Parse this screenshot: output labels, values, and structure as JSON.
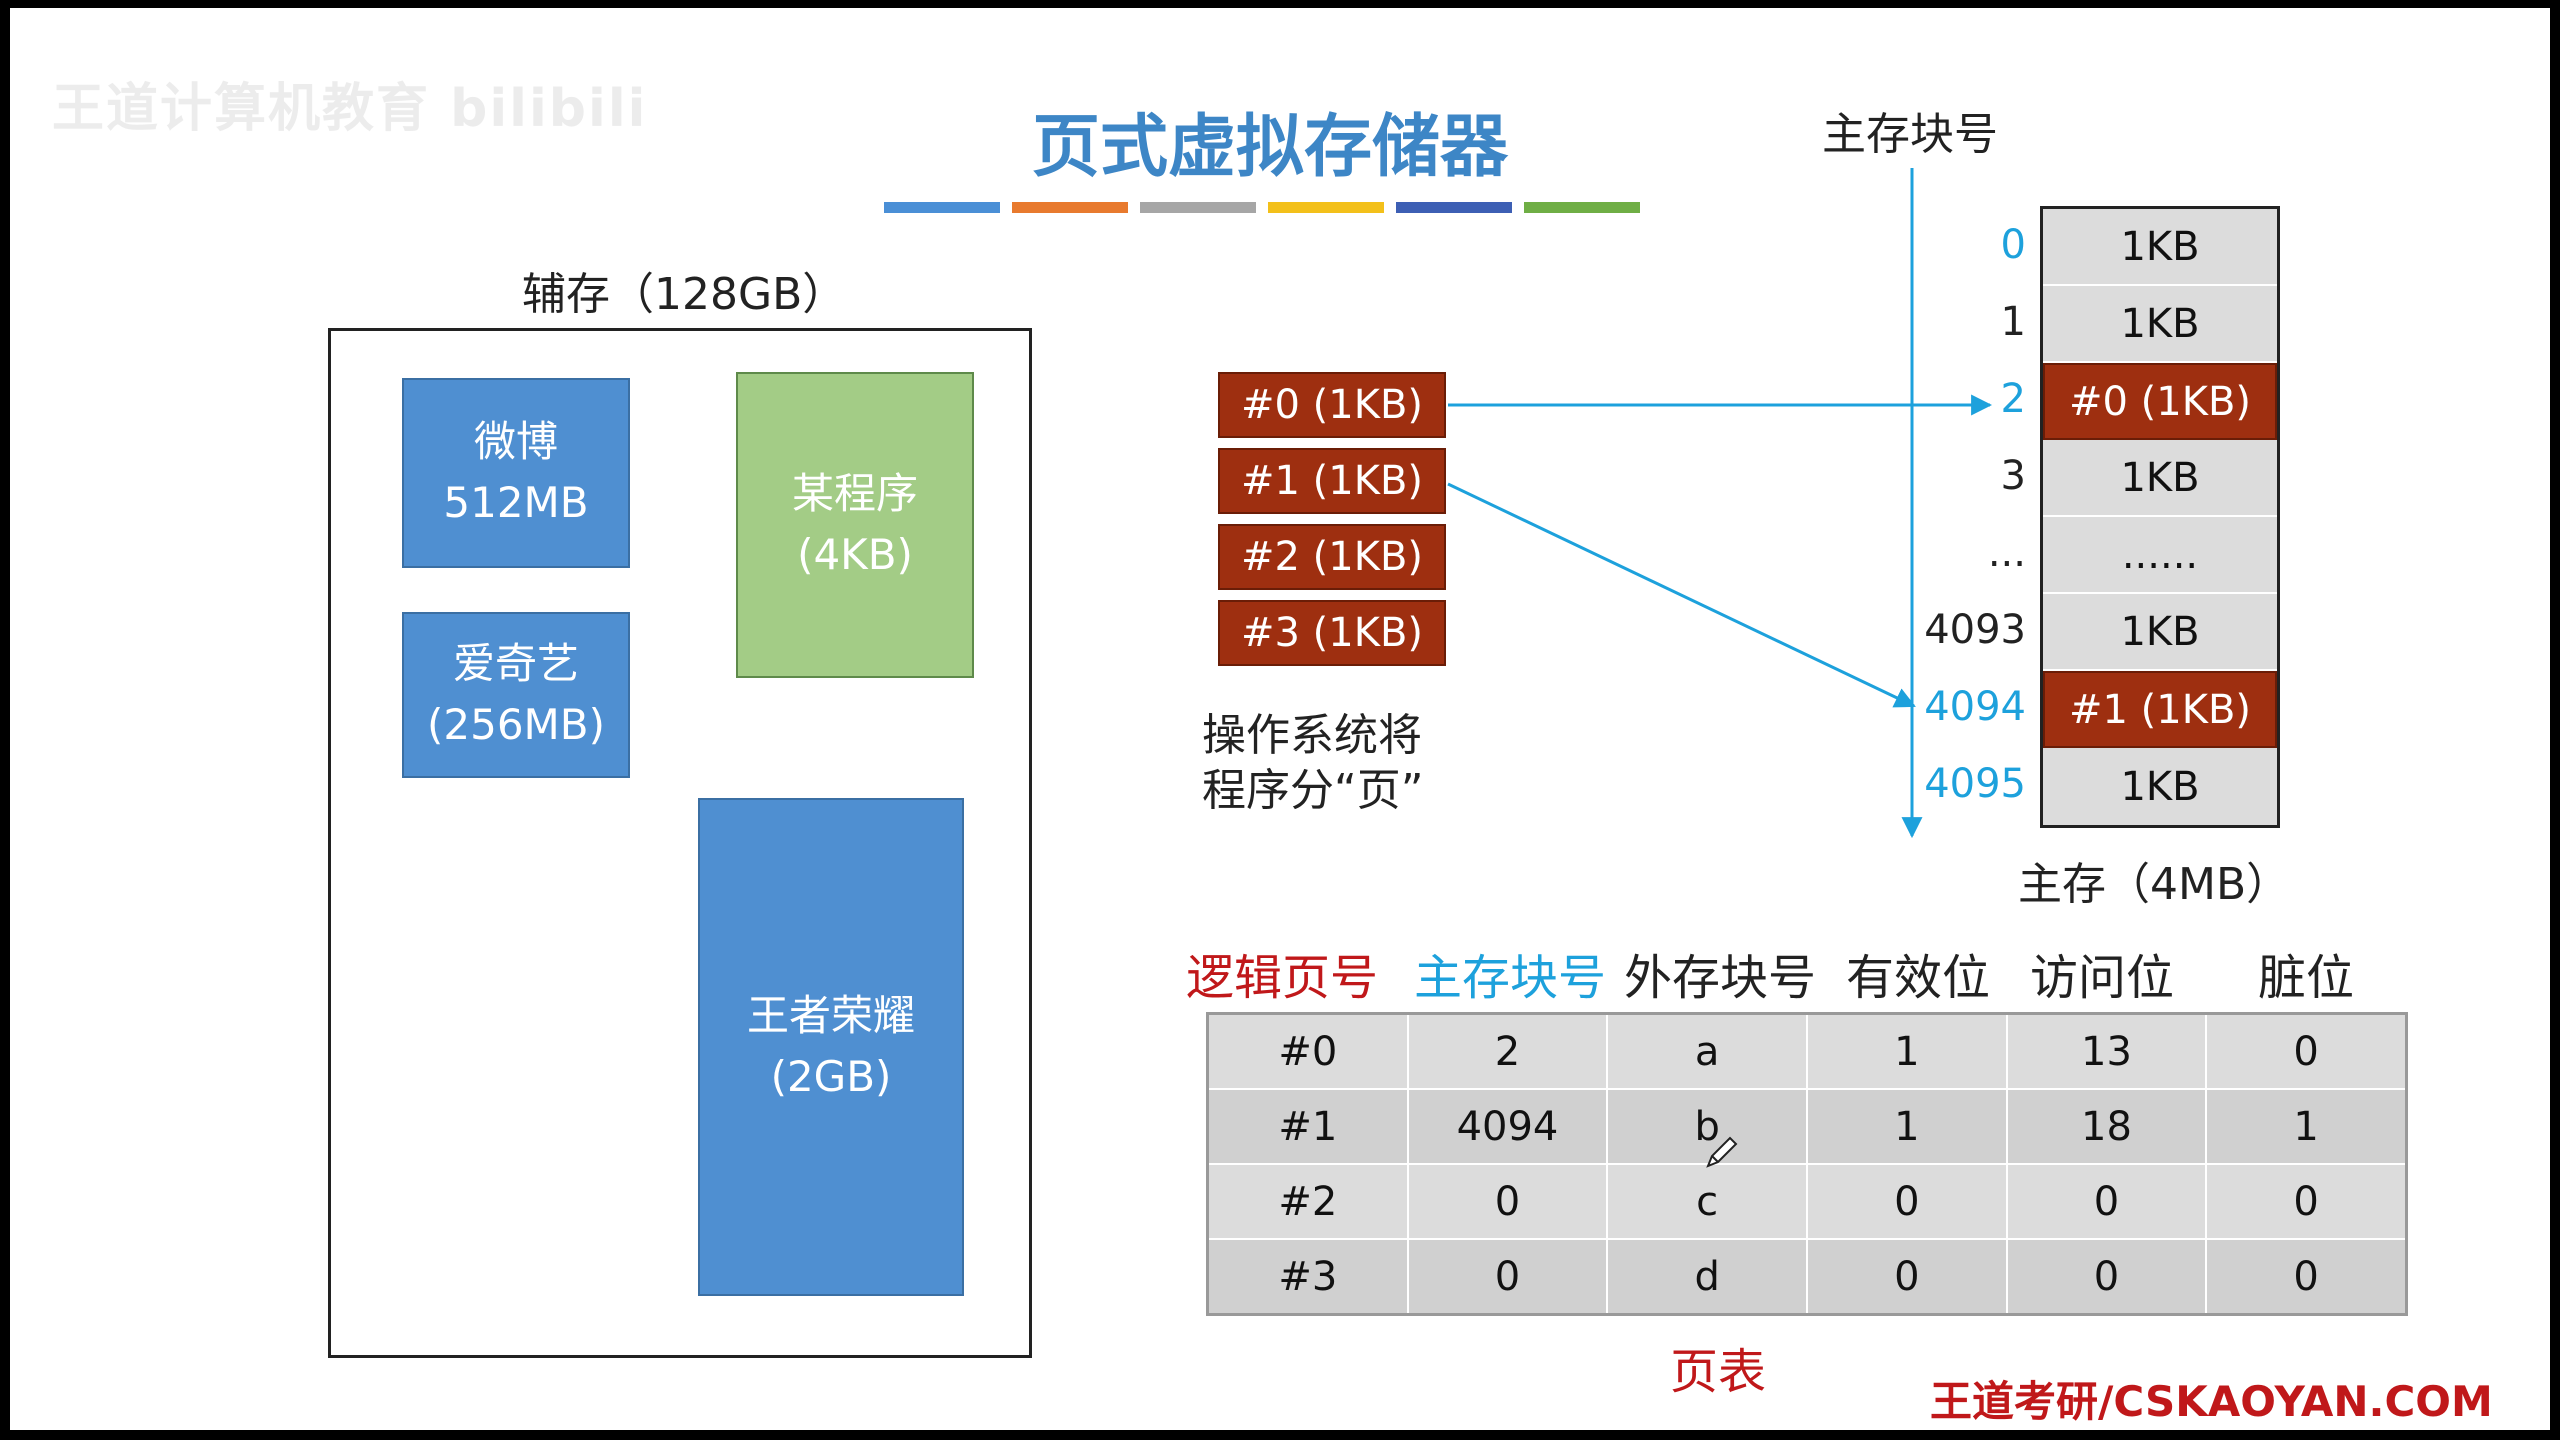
{
  "watermark": "王道计算机教育 bilibili",
  "title": "页式虚拟存储器",
  "accent_colors": [
    "#4a8fd6",
    "#e87a2e",
    "#a6a6a6",
    "#f3c01a",
    "#3d5fb4",
    "#6fae45"
  ],
  "secondary_storage": {
    "label": "辅存（128GB）",
    "blocks": [
      {
        "line1": "微博",
        "line2": "512MB"
      },
      {
        "line1": "爱奇艺",
        "line2": "(256MB)"
      },
      {
        "line1": "某程序",
        "line2": "(4KB)"
      },
      {
        "line1": "王者荣耀",
        "line2": "(2GB)"
      }
    ]
  },
  "program_pages": [
    "#0 (1KB)",
    "#1 (1KB)",
    "#2 (1KB)",
    "#3 (1KB)"
  ],
  "os_note": {
    "line1": "操作系统将",
    "line2": "程序分“页”"
  },
  "main_memory": {
    "header": "主存块号",
    "caption": "主存（4MB）",
    "rows": [
      {
        "index": "0",
        "content": "1KB",
        "highlight_index": true,
        "page": false
      },
      {
        "index": "1",
        "content": "1KB",
        "highlight_index": false,
        "page": false
      },
      {
        "index": "2",
        "content": "#0 (1KB)",
        "highlight_index": true,
        "page": true
      },
      {
        "index": "3",
        "content": "1KB",
        "highlight_index": false,
        "page": false
      },
      {
        "index": "...",
        "content": "......",
        "highlight_index": false,
        "page": false
      },
      {
        "index": "4093",
        "content": "1KB",
        "highlight_index": false,
        "page": false
      },
      {
        "index": "4094",
        "content": "#1 (1KB)",
        "highlight_index": true,
        "page": true
      },
      {
        "index": "4095",
        "content": "1KB",
        "highlight_index": true,
        "page": false
      }
    ]
  },
  "page_table": {
    "caption": "页表",
    "headers": [
      {
        "text": "逻辑页号",
        "color": "#c0181a"
      },
      {
        "text": "主存块号",
        "color": "#1da1dc"
      },
      {
        "text": "外存块号",
        "color": "#222222"
      },
      {
        "text": "有效位",
        "color": "#222222"
      },
      {
        "text": "访问位",
        "color": "#222222"
      },
      {
        "text": "脏位",
        "color": "#222222"
      }
    ],
    "rows": [
      [
        "#0",
        "2",
        "a",
        "1",
        "13",
        "0"
      ],
      [
        "#1",
        "4094",
        "b",
        "1",
        "18",
        "1"
      ],
      [
        "#2",
        "0",
        "c",
        "0",
        "0",
        "0"
      ],
      [
        "#3",
        "0",
        "d",
        "0",
        "0",
        "0"
      ]
    ]
  },
  "brand": "王道考研/CSKAOYAN.COM",
  "arrow_color": "#1da1dc"
}
